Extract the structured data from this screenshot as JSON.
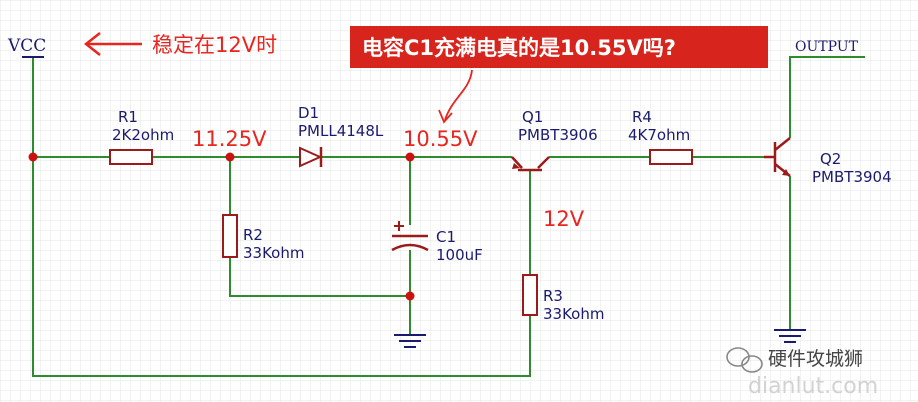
{
  "colors": {
    "wire": "#2e8b2e",
    "component": "#9b1b1b",
    "junction": "#cc1111",
    "label": "#1a1a6e",
    "annotation": "#e8251f",
    "banner_bg": "#d7241c",
    "grid": "#dcdcdc"
  },
  "power": {
    "vcc": "VCC",
    "output": "OUTPUT"
  },
  "annotations": {
    "vcc_note": "稳定在12V时",
    "banner": "电容C1充满电真的是10.55V吗?",
    "v_r1_node": "11.25V",
    "v_c1_node": "10.55V",
    "v_q1_base": "12V"
  },
  "components": [
    {
      "ref": "R1",
      "value": "2K2ohm"
    },
    {
      "ref": "D1",
      "value": "PMLL4148L"
    },
    {
      "ref": "Q1",
      "value": "PMBT3906"
    },
    {
      "ref": "R4",
      "value": "4K7ohm"
    },
    {
      "ref": "Q2",
      "value": "PMBT3904"
    },
    {
      "ref": "R2",
      "value": "33Kohm"
    },
    {
      "ref": "C1",
      "value": "100uF"
    },
    {
      "ref": "R3",
      "value": "33Kohm"
    }
  ],
  "watermark": {
    "brand": "硬件攻城狮",
    "site": "dianlut.com"
  }
}
